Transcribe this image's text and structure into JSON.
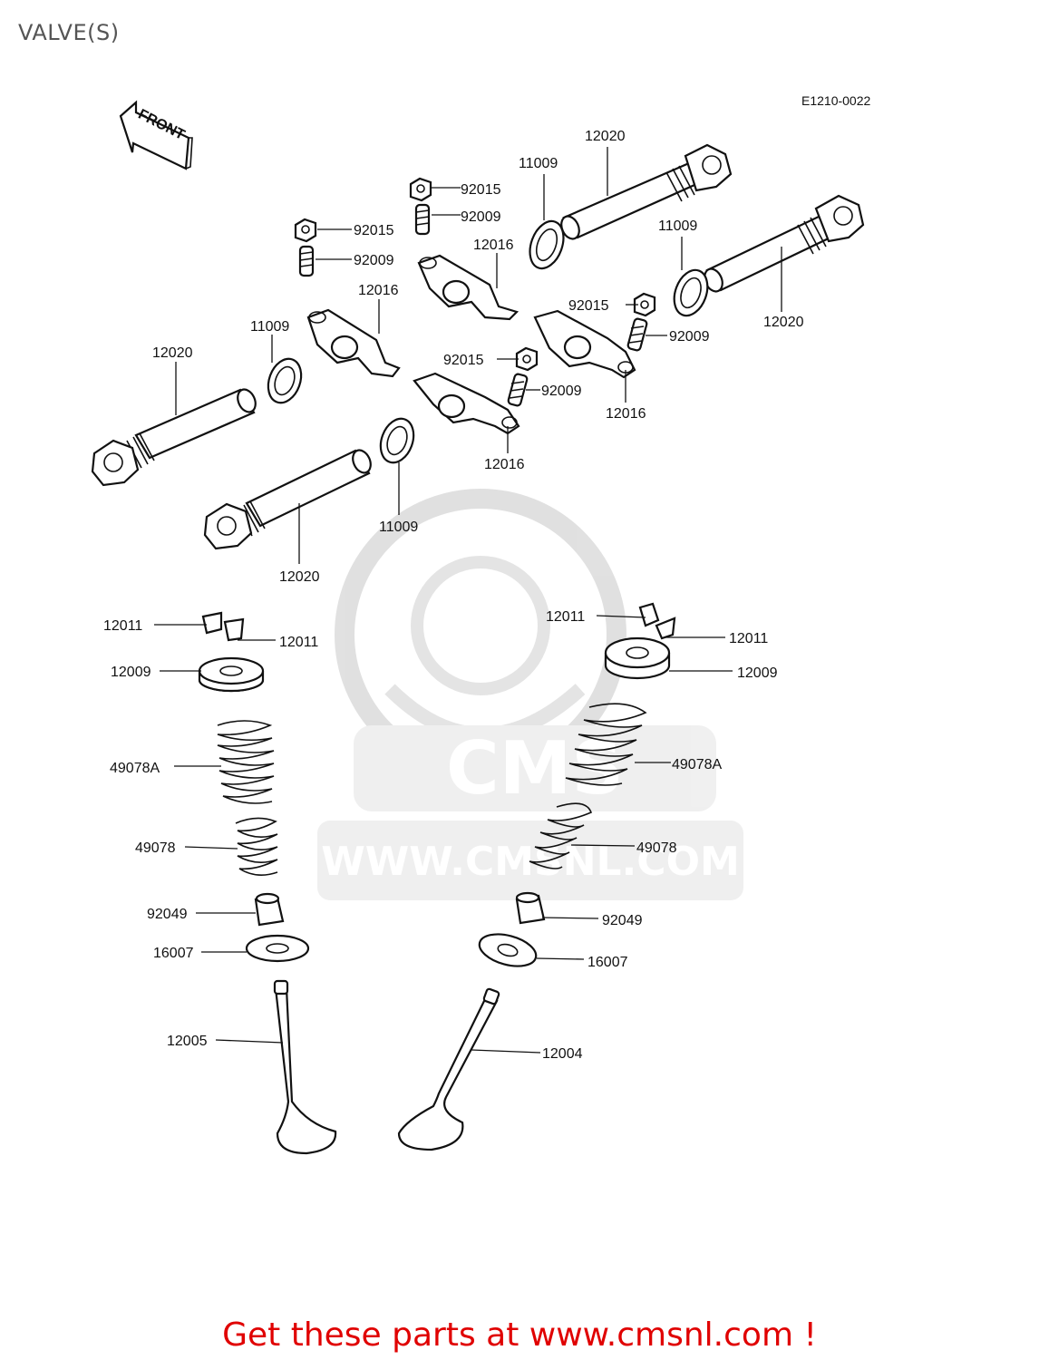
{
  "page": {
    "title": "VALVE(S)",
    "diagram_code": "E1210-0022",
    "front_arrow_label": "FRONT",
    "watermark_text": "WWW.CMSNL.COM",
    "footer_link": "Get these parts at www.cmsnl.com !"
  },
  "callouts": [
    {
      "id": "c1",
      "text": "12020"
    },
    {
      "id": "c2",
      "text": "11009"
    },
    {
      "id": "c3",
      "text": "92015"
    },
    {
      "id": "c4",
      "text": "92009"
    },
    {
      "id": "c5",
      "text": "12016"
    },
    {
      "id": "c6",
      "text": "92015"
    },
    {
      "id": "c7",
      "text": "92009"
    },
    {
      "id": "c8",
      "text": "12016"
    },
    {
      "id": "c9",
      "text": "11009"
    },
    {
      "id": "c10",
      "text": "12020"
    },
    {
      "id": "c11",
      "text": "11009"
    },
    {
      "id": "c12",
      "text": "12020"
    },
    {
      "id": "c13",
      "text": "92015"
    },
    {
      "id": "c14",
      "text": "92009"
    },
    {
      "id": "c15",
      "text": "12016"
    },
    {
      "id": "c16",
      "text": "92015"
    },
    {
      "id": "c17",
      "text": "92009"
    },
    {
      "id": "c18",
      "text": "12016"
    },
    {
      "id": "c19",
      "text": "11009"
    },
    {
      "id": "c20",
      "text": "12020"
    },
    {
      "id": "c21",
      "text": "12011"
    },
    {
      "id": "c22",
      "text": "12011"
    },
    {
      "id": "c23",
      "text": "12009"
    },
    {
      "id": "c24",
      "text": "12011"
    },
    {
      "id": "c25",
      "text": "12011"
    },
    {
      "id": "c26",
      "text": "12009"
    },
    {
      "id": "c27",
      "text": "49078A"
    },
    {
      "id": "c28",
      "text": "49078A"
    },
    {
      "id": "c29",
      "text": "49078"
    },
    {
      "id": "c30",
      "text": "49078"
    },
    {
      "id": "c31",
      "text": "92049"
    },
    {
      "id": "c32",
      "text": "92049"
    },
    {
      "id": "c33",
      "text": "16007"
    },
    {
      "id": "c34",
      "text": "16007"
    },
    {
      "id": "c35",
      "text": "12005"
    },
    {
      "id": "c36",
      "text": "12004"
    }
  ]
}
